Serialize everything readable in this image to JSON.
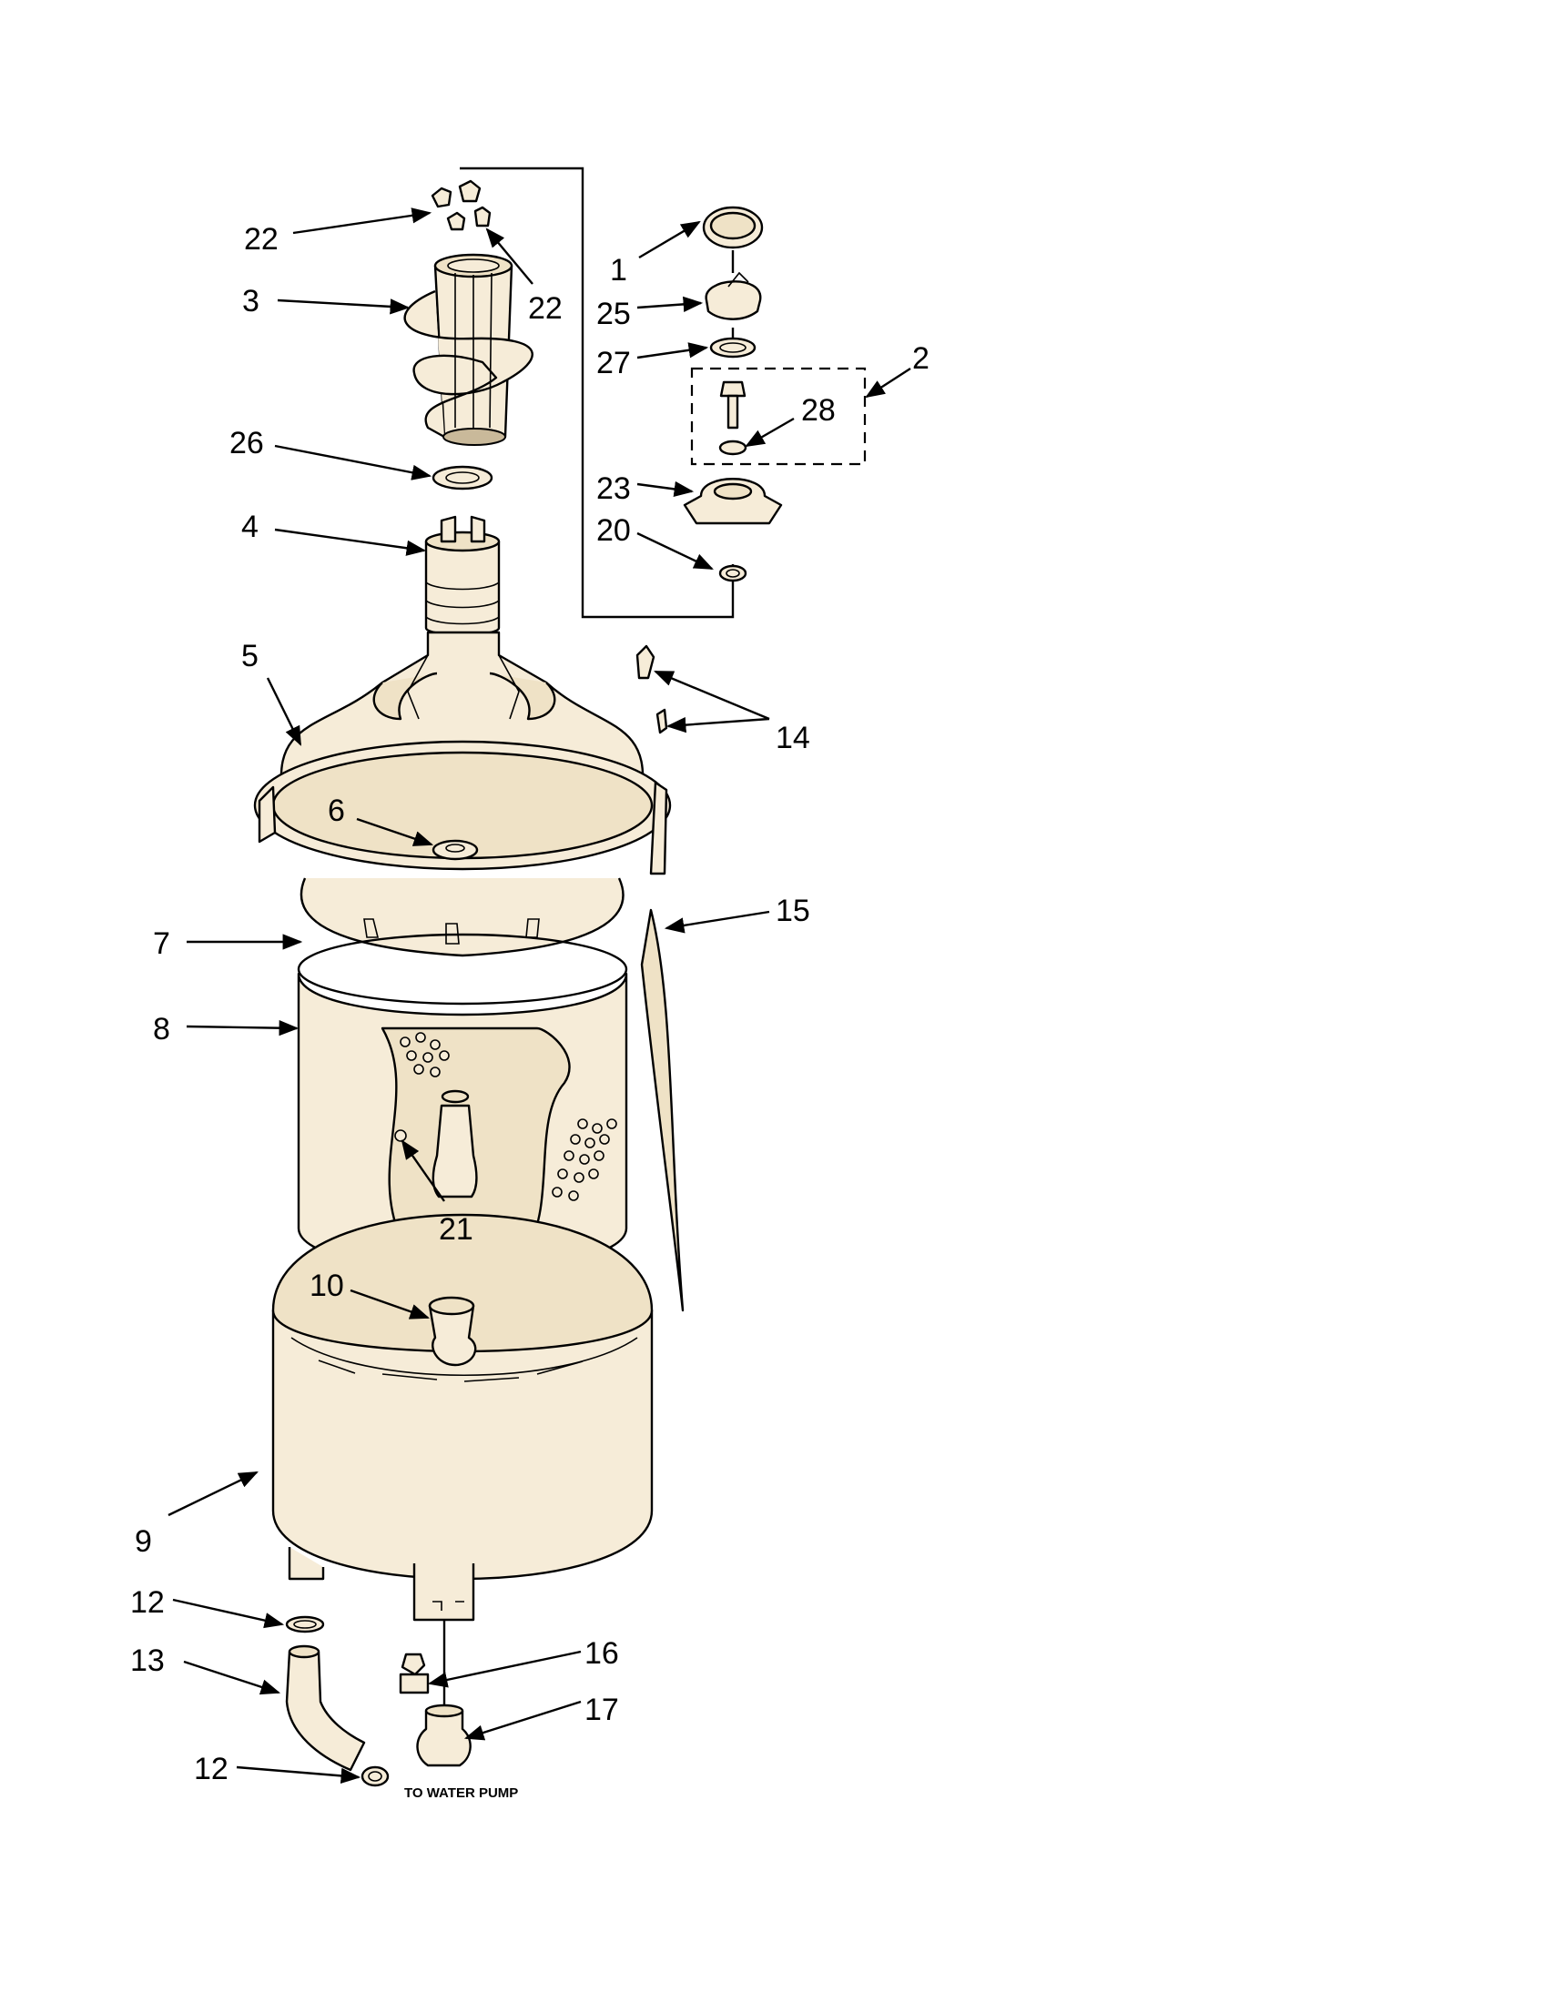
{
  "diagram": {
    "note": "TO WATER PUMP",
    "labels": [
      {
        "id": "22a",
        "text": "22"
      },
      {
        "id": "22b",
        "text": "22"
      },
      {
        "id": "3",
        "text": "3"
      },
      {
        "id": "26",
        "text": "26"
      },
      {
        "id": "4",
        "text": "4"
      },
      {
        "id": "5",
        "text": "5"
      },
      {
        "id": "6",
        "text": "6"
      },
      {
        "id": "7",
        "text": "7"
      },
      {
        "id": "8",
        "text": "8"
      },
      {
        "id": "21",
        "text": "21"
      },
      {
        "id": "10",
        "text": "10"
      },
      {
        "id": "9",
        "text": "9"
      },
      {
        "id": "12a",
        "text": "12"
      },
      {
        "id": "13",
        "text": "13"
      },
      {
        "id": "12b",
        "text": "12"
      },
      {
        "id": "1",
        "text": "1"
      },
      {
        "id": "25",
        "text": "25"
      },
      {
        "id": "27",
        "text": "27"
      },
      {
        "id": "2",
        "text": "2"
      },
      {
        "id": "28",
        "text": "28"
      },
      {
        "id": "23",
        "text": "23"
      },
      {
        "id": "20",
        "text": "20"
      },
      {
        "id": "14",
        "text": "14"
      },
      {
        "id": "15",
        "text": "15"
      },
      {
        "id": "16",
        "text": "16"
      },
      {
        "id": "17",
        "text": "17"
      }
    ]
  }
}
